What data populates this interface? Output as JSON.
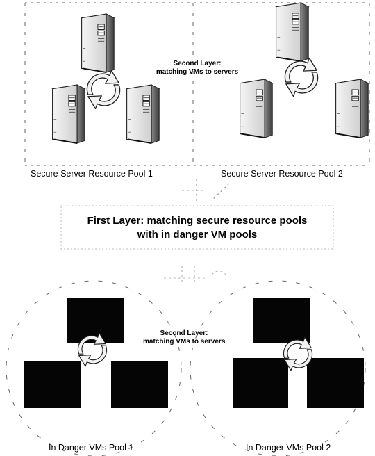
{
  "top": {
    "second_layer": {
      "line1": "Second Layer:",
      "line2": "matching VMs to servers"
    },
    "pool1_label": "Secure Server Resource Pool 1",
    "pool2_label": "Secure Server Resource Pool 2"
  },
  "middle": {
    "line1": "First Layer: matching secure resource pools",
    "line2": "with in danger VM pools"
  },
  "bottom": {
    "second_layer": {
      "line1": "Second Layer:",
      "line2": "matching VMs to servers"
    },
    "pool1_label": "In Danger VMs Pool 1",
    "pool2_label": "In Danger VMs Pool 2"
  },
  "colors": {
    "vm_block": "#050505",
    "arrow": "#f2f2f2",
    "stroke": "#222222",
    "dash": "#555555"
  }
}
